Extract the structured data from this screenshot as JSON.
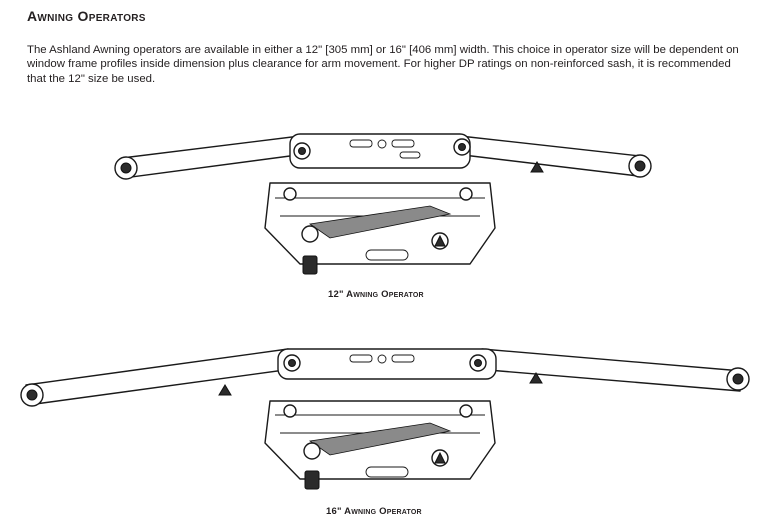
{
  "heading": "Awning Operators",
  "intro_text": "The Ashland Awning operators are available in either a 12\" [305 mm]  or 16\" [406 mm] width. This choice in operator size will be dependent on window frame profiles inside dimension plus clearance for arm movement.  For higher DP ratings on non-reinforced sash, it is recommended that the 12\" size be used.",
  "figures": [
    {
      "caption": "12\" Awning Operator"
    },
    {
      "caption": "16\" Awning Operator"
    }
  ]
}
